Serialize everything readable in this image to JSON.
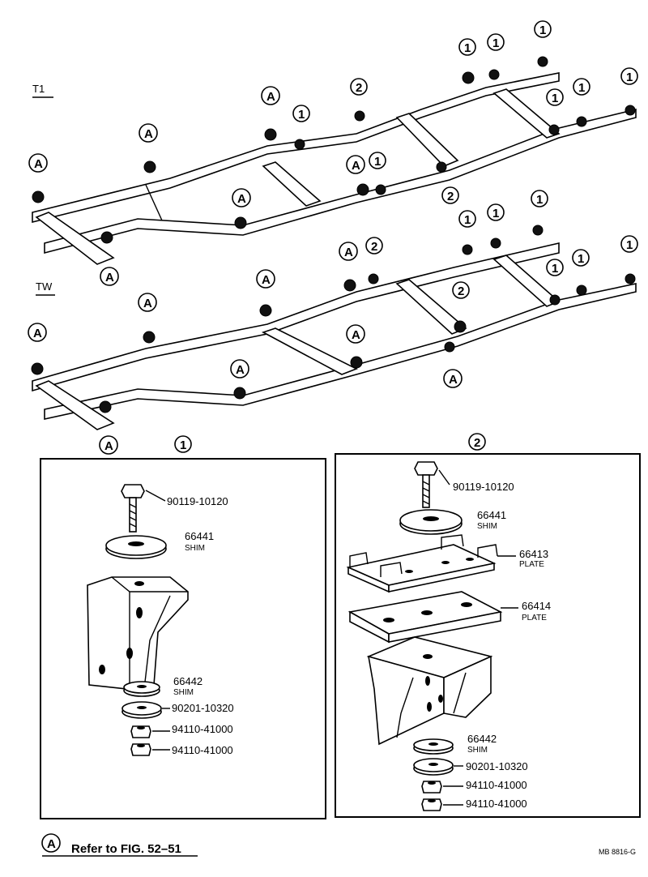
{
  "frames": {
    "t1_label": "T1",
    "tw_label": "TW"
  },
  "markers": {
    "one": "1",
    "two": "2",
    "a": "A"
  },
  "panel_1": {
    "title": "1",
    "parts": [
      {
        "number": "90119-10120",
        "name": ""
      },
      {
        "number": "66441",
        "name": "SHIM"
      },
      {
        "number": "66442",
        "name": "SHIM"
      },
      {
        "number": "90201-10320",
        "name": ""
      },
      {
        "number": "94110-41000",
        "name": ""
      },
      {
        "number": "94110-41000",
        "name": ""
      }
    ]
  },
  "panel_2": {
    "title": "2",
    "parts": [
      {
        "number": "90119-10120",
        "name": ""
      },
      {
        "number": "66441",
        "name": "SHIM"
      },
      {
        "number": "66413",
        "name": "PLATE"
      },
      {
        "number": "66414",
        "name": "PLATE"
      },
      {
        "number": "66442",
        "name": "SHIM"
      },
      {
        "number": "90201-10320",
        "name": ""
      },
      {
        "number": "94110-41000",
        "name": ""
      },
      {
        "number": "94110-41000",
        "name": ""
      }
    ]
  },
  "footer": {
    "ref_marker": "A",
    "ref_text": "Refer to FIG. 52–51",
    "drawing_code": "MB 8816-G"
  }
}
